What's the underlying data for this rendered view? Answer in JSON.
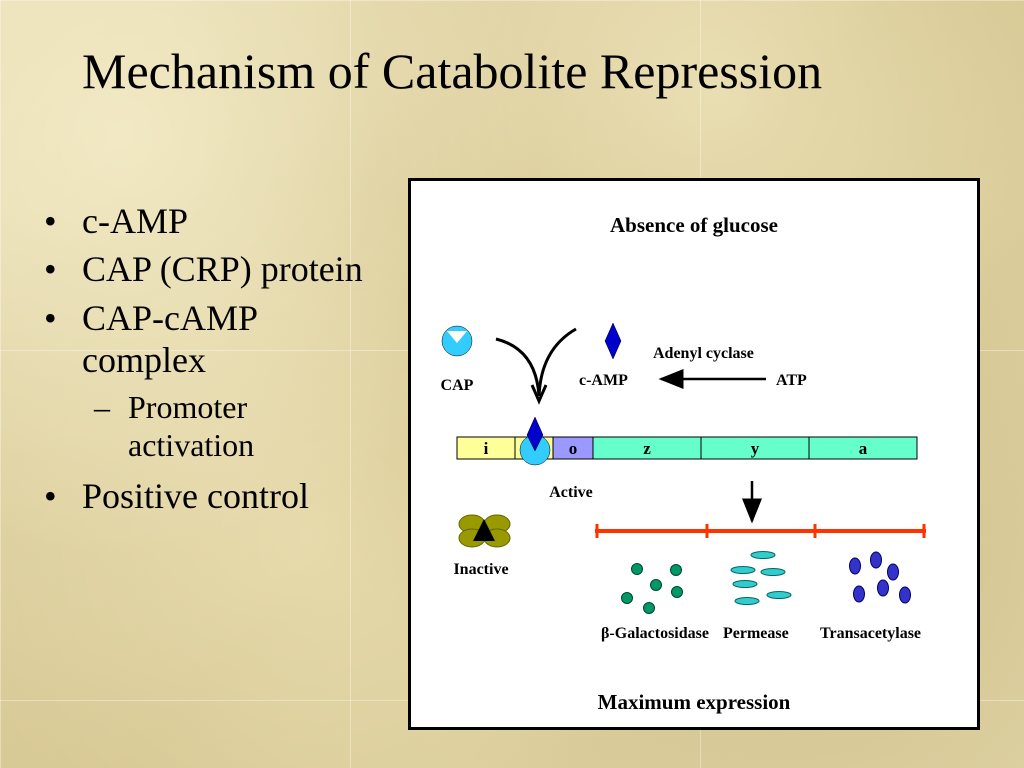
{
  "slide": {
    "title": "Mechanism of Catabolite Repression",
    "bullets": [
      {
        "text": "c-AMP"
      },
      {
        "text": "CAP (CRP) protein"
      },
      {
        "text": "CAP-cAMP complex"
      },
      {
        "text": "Promoter activation",
        "level": 2
      },
      {
        "text": "Positive control"
      }
    ]
  },
  "diagram": {
    "heading": "Absence of glucose",
    "footer": "Maximum expression",
    "labels": {
      "cap": "CAP",
      "camp": "c-AMP",
      "enzyme": "Adenyl cyclase",
      "atp": "ATP",
      "active": "Active",
      "inactive": "Inactive"
    },
    "operon": [
      "i",
      "",
      "o",
      "z",
      "y",
      "a"
    ],
    "products": [
      "β-Galactosidase",
      "Permease",
      "Transacetylase"
    ],
    "colors": {
      "i": "#ffff99",
      "p": "#ffff99",
      "o": "#9999ff",
      "genes": "#66ffcc",
      "cap": "#33ccff",
      "camp": "#0000cc",
      "repressor": "#999900",
      "mrna": "#ff3300",
      "galactosidase": "#009966",
      "permease": "#33cccc",
      "transacetylase": "#3333cc"
    }
  }
}
